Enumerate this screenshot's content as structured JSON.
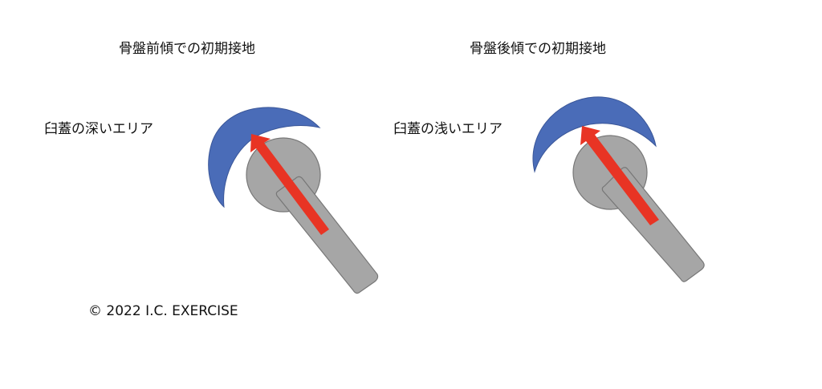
{
  "panels": [
    {
      "title": "骨盤前傾での初期接地",
      "label": "臼蓋の深いエリア"
    },
    {
      "title": "骨盤後傾での初期接地",
      "label": "臼蓋の浅いエリア"
    }
  ],
  "copyright": "© 2022 I.C. EXERCISE",
  "colors": {
    "acetabulum": "#4a6cb8",
    "bone": "#a6a6a6",
    "arrow": "#e83424"
  }
}
